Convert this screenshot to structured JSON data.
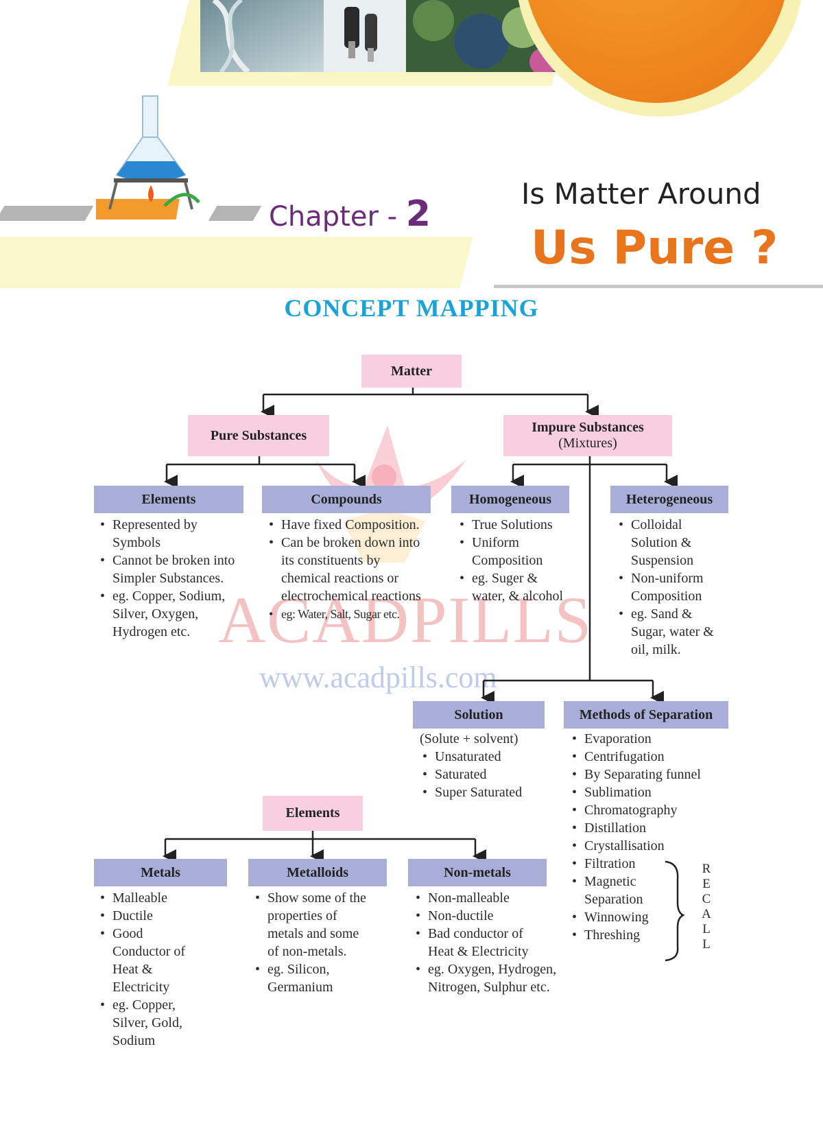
{
  "header": {
    "chapter_word": "Chapter -",
    "chapter_number": "2",
    "title_line1": "Is Matter Around",
    "title_line2": "Us Pure ?",
    "colors": {
      "chapter": "#6b2a7a",
      "title_accent": "#e8741c",
      "heading": "#1aa3d8"
    }
  },
  "heading": "CONCEPT MAPPING",
  "watermark": {
    "brand": "ACADPILLS",
    "url": "www.acadpills.com"
  },
  "map": {
    "matter": "Matter",
    "pure": "Pure Substances",
    "impure": {
      "title": "Impure Substances",
      "sub": "(Mixtures)"
    },
    "elements": {
      "title": "Elements",
      "items": [
        "Represented by Symbols",
        "Cannot be broken into Simpler Substances.",
        "eg. Copper, Sodium, Silver, Oxygen, Hydrogen etc."
      ]
    },
    "compounds": {
      "title": "Compounds",
      "items": [
        "Have fixed Composition.",
        "Can be broken down into its constituents by chemical reactions or electrochemical reactions",
        "eg: Water, Salt, Sugar etc."
      ]
    },
    "homogeneous": {
      "title": "Homogeneous",
      "items": [
        "True Solutions",
        "Uniform Composition",
        "eg. Suger & water, & alcohol"
      ]
    },
    "heterogeneous": {
      "title": "Heterogeneous",
      "items": [
        "Colloidal Solution & Suspension",
        "Non-uniform Composition",
        "eg. Sand & Sugar, water & oil, milk."
      ]
    },
    "solution": {
      "title": "Solution",
      "intro": "(Solute + solvent)",
      "items": [
        "Unsaturated",
        "Saturated",
        "Super Saturated"
      ]
    },
    "methods": {
      "title": "Methods of Separation",
      "items": [
        "Evaporation",
        "Centrifugation",
        "By Separating funnel",
        "Sublimation",
        "Chromatography",
        "Distillation",
        "Crystallisation",
        "Filtration",
        "Magnetic Separation",
        "Winnowing",
        "Threshing"
      ],
      "brace_label": "RECALL"
    },
    "elements2": "Elements",
    "metals": {
      "title": "Metals",
      "items": [
        "Malleable",
        "Ductile",
        "Good Conductor of Heat & Electricity",
        "eg. Copper, Silver, Gold, Sodium"
      ]
    },
    "metalloids": {
      "title": "Metalloids",
      "items": [
        "Show some of the properties of metals and some of non-metals.",
        "eg. Silicon, Germanium"
      ]
    },
    "nonmetals": {
      "title": "Non-metals",
      "items": [
        "Non-malleable",
        "Non-ductile",
        "Bad conductor of Heat & Electricity",
        "eg. Oxygen, Hydrogen, Nitrogen, Sulphur etc."
      ]
    }
  }
}
